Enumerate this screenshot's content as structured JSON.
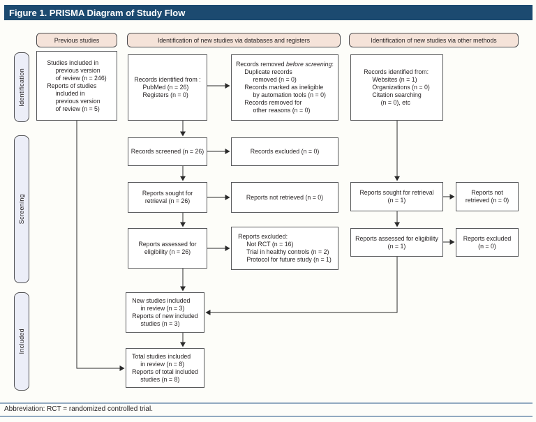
{
  "title": "Figure 1. PRISMA Diagram of Study Flow",
  "headers": {
    "previous": "Previous studies",
    "databases": "Identification of new studies via databases and registers",
    "other": "Identification of new studies via other methods"
  },
  "stage_labels": {
    "identification": "Identification",
    "screening": "Screening",
    "included": "Included"
  },
  "boxes": {
    "previous_studies": {
      "lines": [
        "Studies included in",
        "     previous version",
        "     of review (n = 246)",
        "Reports of studies",
        "     included in",
        "     previous version",
        "     of review (n = 5)"
      ]
    },
    "records_identified": {
      "lines": [
        "Records identified from :",
        "     PubMed (n = 26)",
        "     Registers (n = 0)"
      ]
    },
    "records_removed": {
      "title_prefix": "Records removed ",
      "title_italic": "before screening",
      "title_suffix": ":",
      "lines": [
        "     Duplicate records",
        "          removed (n = 0)",
        "     Records marked as ineligible",
        "          by automation tools (n = 0)",
        "     Records removed for",
        "          other reasons (n = 0)"
      ]
    },
    "records_screened": {
      "lines": [
        "Records screened (n = 26)"
      ]
    },
    "records_excluded": {
      "lines": [
        "Records excluded (n = 0)"
      ]
    },
    "reports_sought": {
      "lines": [
        "Reports sought for",
        "retrieval (n = 26)"
      ]
    },
    "reports_not_retrieved": {
      "lines": [
        "Reports not retrieved (n = 0)"
      ]
    },
    "reports_assessed": {
      "lines": [
        "Reports assessed for",
        "eligibility (n = 26)"
      ]
    },
    "reports_excluded_detail": {
      "lines": [
        "Reports excluded:",
        "     Not RCT (n = 16)",
        "     Trial in healthy controls (n = 2)",
        "     Protocol for future study (n = 1)"
      ]
    },
    "new_studies": {
      "lines": [
        "New studies included",
        "     in review (n = 3)",
        "Reports of new included",
        "     studies (n = 3)"
      ]
    },
    "total_studies": {
      "lines": [
        "Total studies included",
        "     in review (n = 8)",
        "Reports of total included",
        "     studies (n = 8)"
      ]
    },
    "records_other": {
      "lines": [
        "Records identified from:",
        "     Websites (n = 1)",
        "     Organizations (n = 0)",
        "     Citation searching",
        "          (n = 0), etc"
      ]
    },
    "reports_sought_other": {
      "lines": [
        "Reports sought for retrieval",
        "(n = 1)"
      ]
    },
    "reports_not_retrieved_other": {
      "lines": [
        "Reports not",
        "retrieved (n = 0)"
      ]
    },
    "reports_assessed_other": {
      "lines": [
        "Reports assessed for eligibility",
        "(n = 1)"
      ]
    },
    "reports_excluded_other": {
      "lines": [
        "Reports excluded",
        "(n = 0)"
      ]
    }
  },
  "footnote": "Abbreviation: RCT = randomized controlled trial.",
  "colors": {
    "title_bar": "#1c4a70",
    "header_fill": "#f5e3d9",
    "stage_fill": "#eceef8",
    "box_border": "#58595b",
    "arrow": "#2a2a2a",
    "rule": "#92aac1"
  }
}
